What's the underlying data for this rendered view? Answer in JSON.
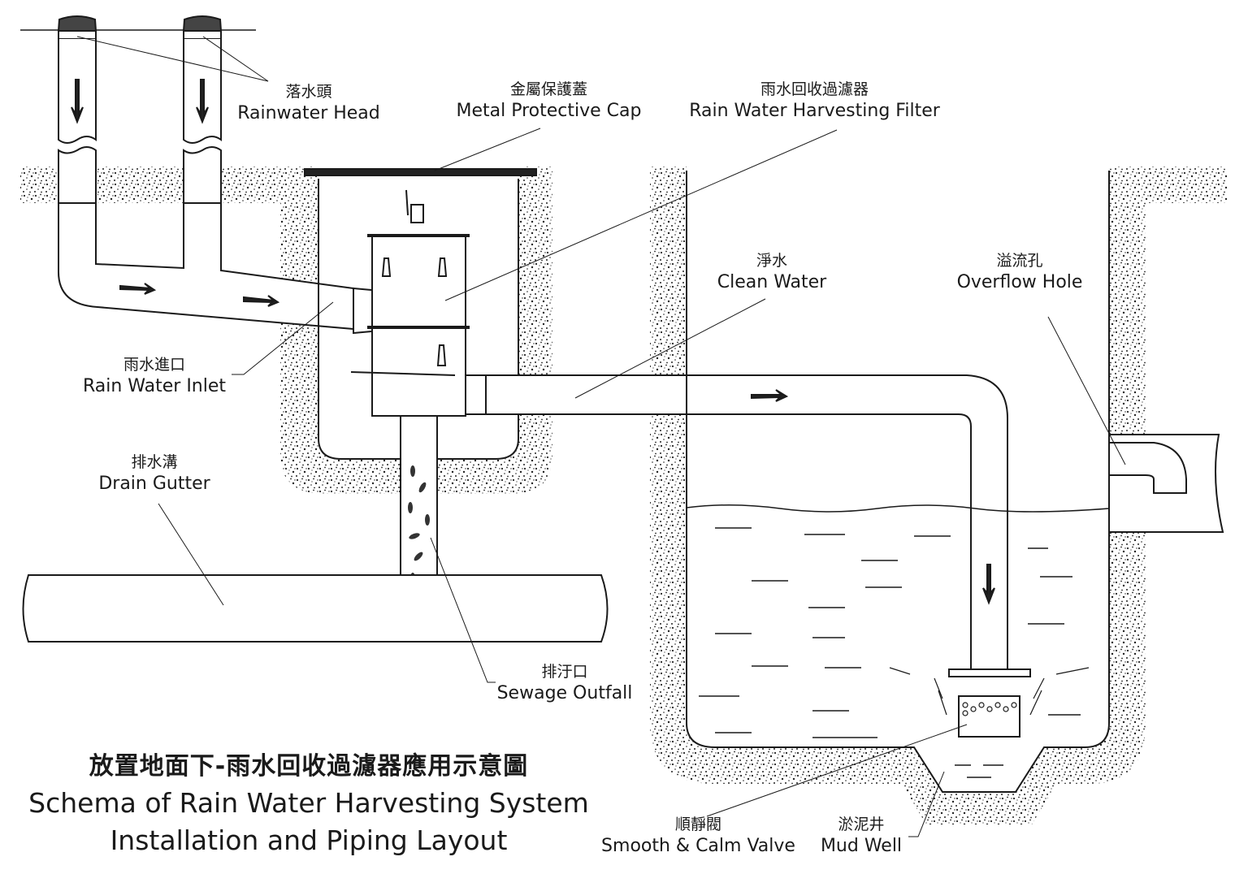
{
  "title": {
    "zh": "放置地面下-雨水回收過濾器應用示意圖",
    "en_line1": "Schema of Rain Water Harvesting System",
    "en_line2": "Installation and Piping Layout"
  },
  "labels": {
    "rainwater_head": {
      "zh": "落水頭",
      "en": "Rainwater Head"
    },
    "metal_cap": {
      "zh": "金屬保護蓋",
      "en": "Metal Protective Cap"
    },
    "filter": {
      "zh": "雨水回收過濾器",
      "en": "Rain Water Harvesting Filter"
    },
    "clean_water": {
      "zh": "淨水",
      "en": "Clean Water"
    },
    "overflow_hole": {
      "zh": "溢流孔",
      "en": "Overflow Hole"
    },
    "rain_inlet": {
      "zh": "雨水進口",
      "en": "Rain Water Inlet"
    },
    "drain_gutter": {
      "zh": "排水溝",
      "en": "Drain Gutter"
    },
    "sewage_outfall": {
      "zh": "排汙口",
      "en": "Sewage Outfall"
    },
    "calm_valve": {
      "zh": "順靜閥",
      "en": "Smooth & Calm Valve"
    },
    "mud_well": {
      "zh": "淤泥井",
      "en": "Mud Well"
    }
  },
  "colors": {
    "line": "#1a1a1a",
    "background": "#ffffff",
    "soil": "#2a2a2a"
  }
}
